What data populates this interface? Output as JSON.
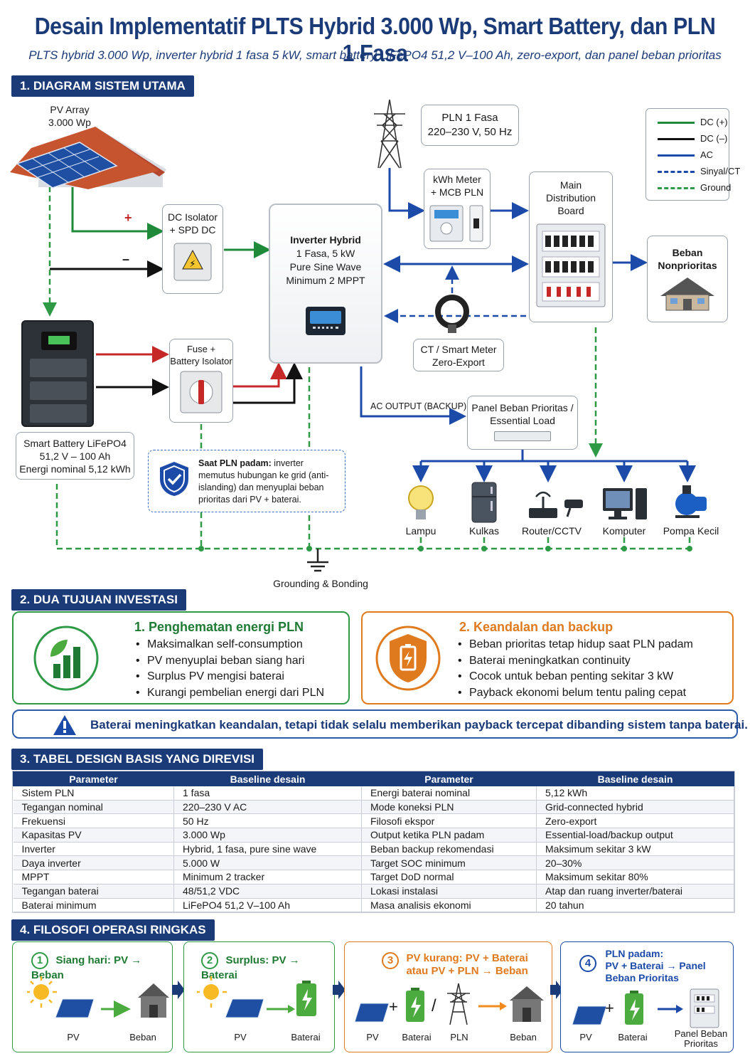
{
  "header": {
    "title": "Desain Implementatif PLTS Hybrid 3.000 Wp, Smart Battery, dan PLN 1 Fasa",
    "subtitle": "PLTS hybrid 3.000 Wp, inverter hybrid 1 fasa 5 kW, smart battery LiFePO4 51,2 V–100 Ah, zero-export, dan panel beban prioritas"
  },
  "section1": {
    "heading": "1. DIAGRAM SISTEM UTAMA",
    "pv_array": [
      "PV Array",
      "3.000 Wp"
    ],
    "plus": "+",
    "minus": "–",
    "dc_isolator": [
      "DC Isolator",
      "+ SPD DC"
    ],
    "inverter": [
      "Inverter Hybrid",
      "1 Fasa, 5 kW",
      "Pure Sine Wave",
      "Minimum 2 MPPT"
    ],
    "pln": [
      "PLN 1 Fasa",
      "220–230 V, 50 Hz"
    ],
    "kwh_meter": [
      "kWh Meter",
      "+ MCB PLN"
    ],
    "mdb": [
      "Main",
      "Distribution",
      "Board"
    ],
    "beban_nonprioritas": [
      "Beban",
      "Nonprioritas"
    ],
    "ct": [
      "CT / Smart Meter",
      "Zero-Export"
    ],
    "battery": [
      "Smart Battery LiFePO4",
      "51,2 V – 100 Ah",
      "Energi nominal 5,12 kWh"
    ],
    "fuse": [
      "Fuse +",
      "Battery Isolator"
    ],
    "ac_output": "AC OUTPUT (BACKUP)",
    "essential_panel": [
      "Panel Beban Prioritas /",
      "Essential Load"
    ],
    "note_bold": "Saat PLN padam:",
    "note_text": " inverter memutus hubungan ke grid (anti-islanding) dan menyuplai beban prioritas dari PV + baterai.",
    "loads": [
      "Lampu",
      "Kulkas",
      "Router/CCTV",
      "Komputer",
      "Pompa Kecil"
    ],
    "grounding": "Grounding & Bonding",
    "legend": [
      {
        "label": "DC (+)",
        "color": "#1f8a3a",
        "style": "solid"
      },
      {
        "label": "DC (–)",
        "color": "#111111",
        "style": "solid"
      },
      {
        "label": "AC",
        "color": "#1b4aa8",
        "style": "solid"
      },
      {
        "label": "Sinyal/CT",
        "color": "#1b4aa8",
        "style": "dashed"
      },
      {
        "label": "Ground",
        "color": "#2f9a45",
        "style": "dashed"
      }
    ],
    "colors": {
      "dc_pos": "#1f8a3a",
      "dc_neg": "#111111",
      "ac": "#1b4aa8",
      "battery_pos": "#c62828",
      "ground": "#2f9a45"
    }
  },
  "section2": {
    "heading": "2. DUA TUJUAN INVESTASI",
    "card1": {
      "title": "1. Penghematan energi PLN",
      "color": "#1f7a34",
      "items": [
        "Maksimalkan self-consumption",
        "PV menyuplai beban siang hari",
        "Surplus PV mengisi baterai",
        "Kurangi pembelian energi dari PLN"
      ]
    },
    "card2": {
      "title": "2. Keandalan dan backup",
      "color": "#e07a1f",
      "items": [
        "Beban prioritas tetap hidup saat PLN padam",
        "Baterai meningkatkan continuity",
        "Cocok untuk beban penting sekitar 3 kW",
        "Payback ekonomi belum tentu paling cepat"
      ]
    },
    "warning": "Baterai meningkatkan keandalan, tetapi tidak selalu memberikan payback tercepat dibanding sistem tanpa baterai."
  },
  "section3": {
    "heading": "3. TABEL DESIGN BASIS YANG DIREVISI",
    "headers": [
      "Parameter",
      "Baseline desain",
      "Parameter",
      "Baseline desain"
    ],
    "rows": [
      [
        "Sistem PLN",
        "1 fasa",
        "Energi baterai nominal",
        "5,12 kWh"
      ],
      [
        "Tegangan nominal",
        "220–230 V AC",
        "Mode koneksi PLN",
        "Grid-connected hybrid"
      ],
      [
        "Frekuensi",
        "50 Hz",
        "Filosofi ekspor",
        "Zero-export"
      ],
      [
        "Kapasitas PV",
        "3.000 Wp",
        "Output ketika PLN padam",
        "Essential-load/backup output"
      ],
      [
        "Inverter",
        "Hybrid, 1 fasa, pure sine wave",
        "Beban backup rekomendasi",
        "Maksimum sekitar 3 kW"
      ],
      [
        "Daya inverter",
        "5.000 W",
        "Target SOC minimum",
        "20–30%"
      ],
      [
        "MPPT",
        "Minimum 2 tracker",
        "Target DoD normal",
        "Maksimum sekitar 80%"
      ],
      [
        "Tegangan baterai",
        "48/51,2 VDC",
        "Lokasi instalasi",
        "Atap dan ruang inverter/baterai"
      ],
      [
        "Baterai minimum",
        "LiFePO4 51,2 V–100 Ah",
        "Masa analisis ekonomi",
        "20 tahun"
      ]
    ]
  },
  "section4": {
    "heading": "4. FILOSOFI OPERASI RINGKAS",
    "steps": [
      {
        "num": "1",
        "title": "Siang hari: PV → Beban",
        "labels": [
          "PV",
          "Beban"
        ],
        "color": "#2f9a45"
      },
      {
        "num": "2",
        "title": "Surplus: PV → Baterai",
        "labels": [
          "PV",
          "Baterai"
        ],
        "color": "#2f9a45"
      },
      {
        "num": "3",
        "title": "PV kurang: PV + Baterai",
        "title2": "atau PV + PLN → Beban",
        "labels": [
          "PV",
          "Baterai",
          "PLN",
          "Beban"
        ],
        "color": "#e07a1f"
      },
      {
        "num": "4",
        "title": "PLN padam:",
        "title2": "PV + Baterai → Panel",
        "title3": "Beban Prioritas",
        "labels": [
          "PV",
          "Baterai",
          "Panel Beban",
          "Prioritas"
        ],
        "color": "#1b4aa8"
      }
    ],
    "plus": "+",
    "slash": "/"
  }
}
